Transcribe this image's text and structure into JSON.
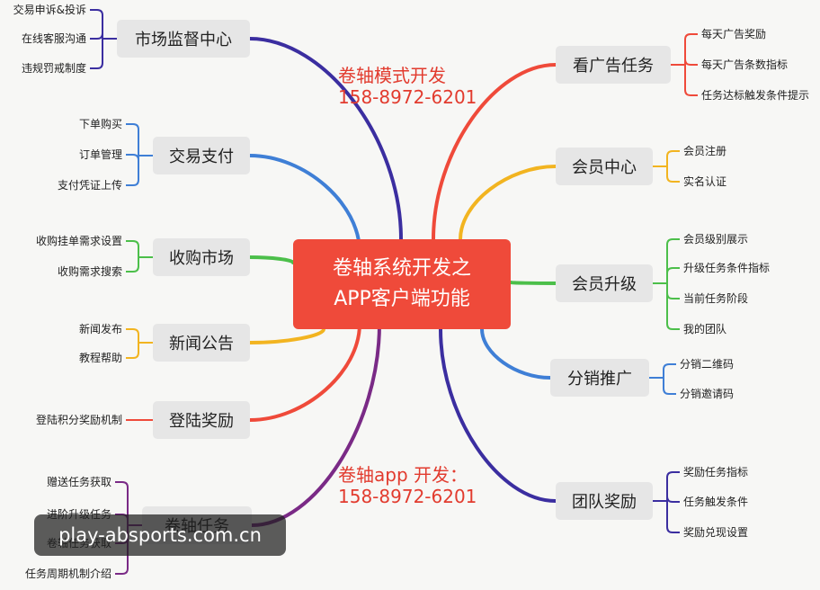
{
  "center": {
    "line1": "卷轴系统开发之",
    "line2": "APP客户端功能"
  },
  "notes": {
    "top": {
      "line1": "卷轴模式开发",
      "line2": "158-8972-6201"
    },
    "bottom": {
      "line1": "卷轴app 开发：",
      "line2": "158-8972-6201"
    }
  },
  "left_branches": [
    {
      "label": "市场监督中心",
      "color": "#3b2ea0",
      "children": [
        "交易申诉&投诉",
        "在线客服沟通",
        "违规罚戒制度"
      ]
    },
    {
      "label": "交易支付",
      "color": "#3f7fd6",
      "children": [
        "下单购买",
        "订单管理",
        "支付凭证上传"
      ]
    },
    {
      "label": "收购市场",
      "color": "#4cbf4a",
      "children": [
        "收购挂单需求设置",
        "收购需求搜索"
      ]
    },
    {
      "label": "新闻公告",
      "color": "#f2b420",
      "children": [
        "新闻发布",
        "教程帮助"
      ]
    },
    {
      "label": "登陆奖励",
      "color": "#ef4a3a",
      "children": [
        "登陆积分奖励机制"
      ]
    },
    {
      "label": "卷轴任务",
      "color": "#7a2a86",
      "children": [
        "赠送任务获取",
        "进阶升级任务",
        "卷轴任务获取",
        "任务周期机制介绍"
      ]
    }
  ],
  "right_branches": [
    {
      "label": "看广告任务",
      "color": "#ef4a3a",
      "children": [
        "每天广告奖励",
        "每天广告条数指标",
        "任务达标触发条件提示"
      ]
    },
    {
      "label": "会员中心",
      "color": "#f2b420",
      "children": [
        "会员注册",
        "实名认证"
      ]
    },
    {
      "label": "会员升级",
      "color": "#4cbf4a",
      "children": [
        "会员级别展示",
        "升级任务条件指标",
        "当前任务阶段",
        "我的团队"
      ]
    },
    {
      "label": "分销推广",
      "color": "#3f7fd6",
      "children": [
        "分销二维码",
        "分销邀请码"
      ]
    },
    {
      "label": "团队奖励",
      "color": "#3b2ea0",
      "children": [
        "奖励任务指标",
        "任务触发条件",
        "奖励兑现设置"
      ]
    }
  ],
  "watermark": "play-absports.com.cn"
}
